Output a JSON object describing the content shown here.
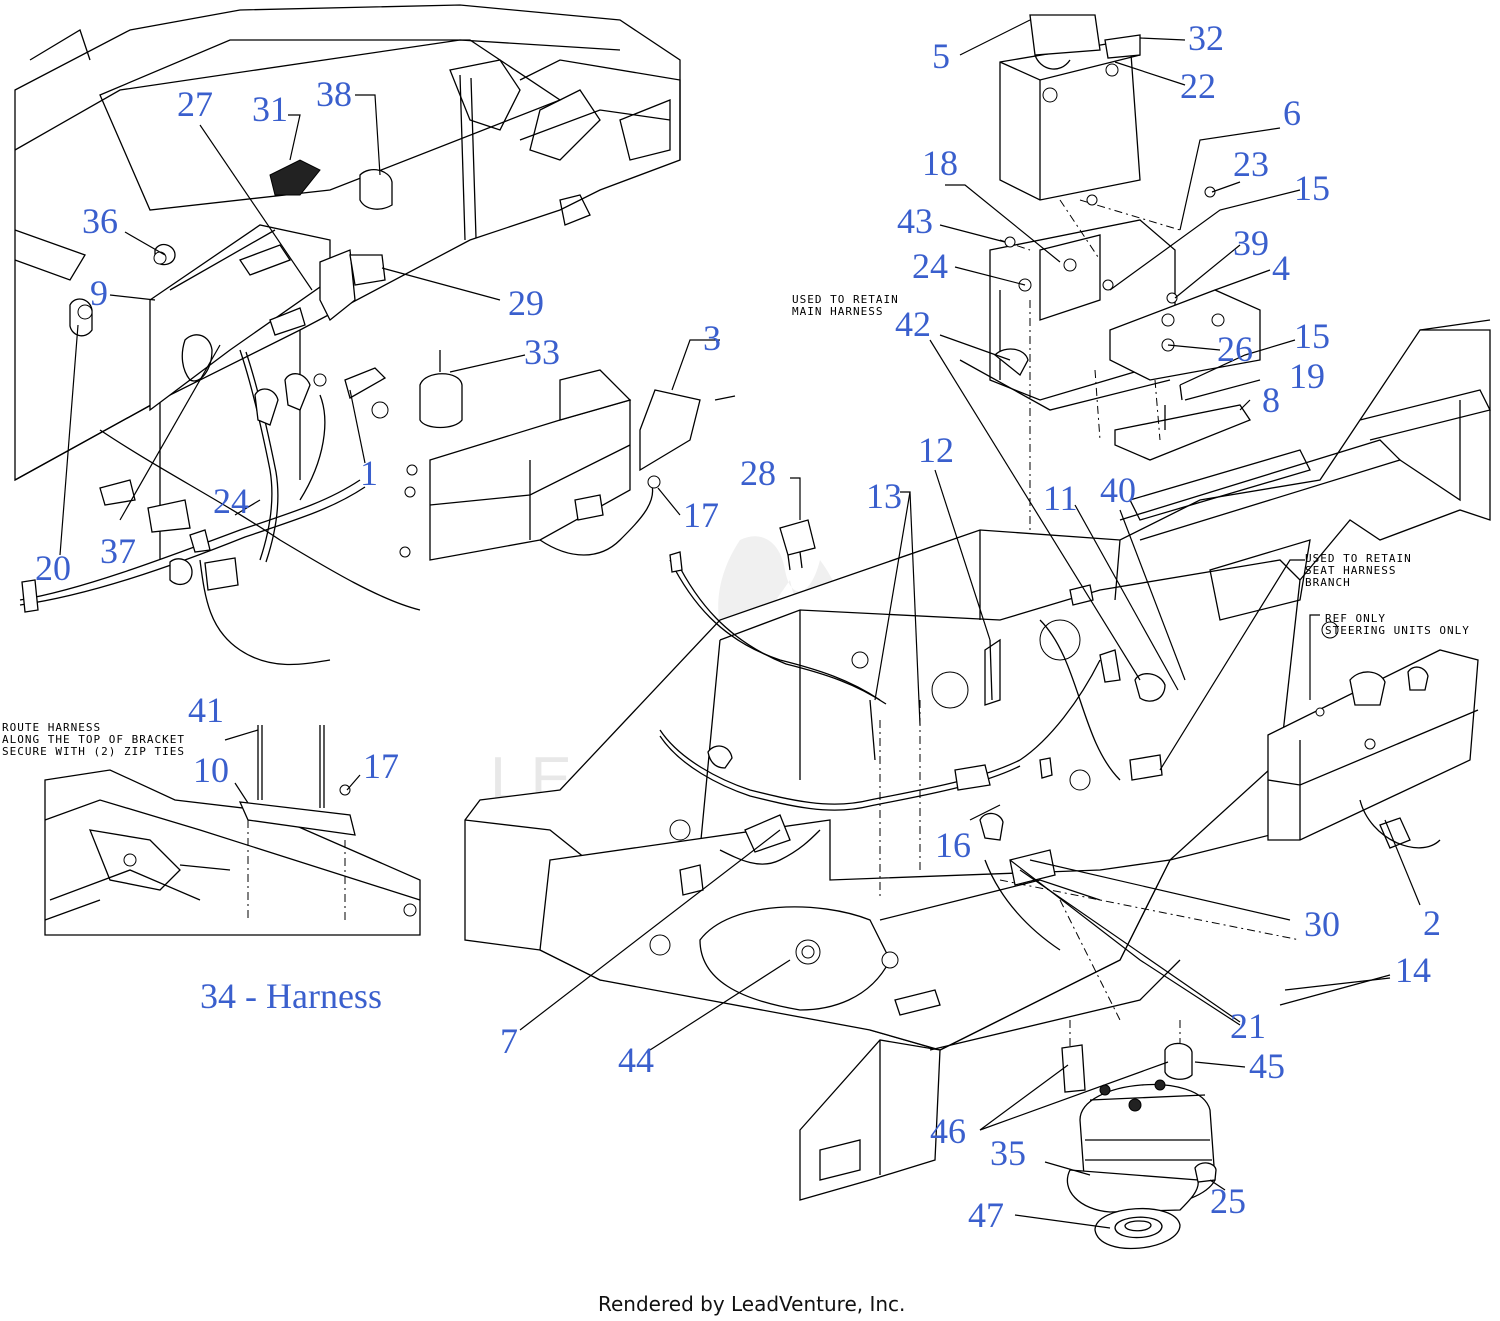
{
  "callouts": [
    "1",
    "2",
    "3",
    "4",
    "5",
    "6",
    "7",
    "8",
    "9",
    "10",
    "11",
    "12",
    "13",
    "14",
    "15",
    "15",
    "16",
    "17",
    "17",
    "18",
    "19",
    "20",
    "21",
    "22",
    "23",
    "24",
    "24",
    "25",
    "26",
    "27",
    "28",
    "29",
    "30",
    "31",
    "32",
    "33",
    "35",
    "36",
    "37",
    "38",
    "39",
    "40",
    "41",
    "42",
    "43",
    "44",
    "45",
    "46",
    "47"
  ],
  "inset_title": "34 - Harness",
  "notes": {
    "main_harness": [
      "USED TO RETAIN",
      "MAIN HARNESS"
    ],
    "seat_harness": [
      "USED TO RETAIN",
      "SEAT HARNESS",
      "BRANCH"
    ],
    "steering": [
      "REF ONLY",
      "STEERING UNITS ONLY"
    ],
    "route": [
      "ROUTE HARNESS",
      "ALONG THE TOP OF BRACKET",
      "SECURE WITH (2) ZIP TIES"
    ]
  },
  "watermark": "LEADVENTURE",
  "credit": "Rendered by LeadVenture, Inc.",
  "colors": {
    "callout": "#3a5fcd",
    "line": "#000000",
    "background": "#ffffff"
  }
}
